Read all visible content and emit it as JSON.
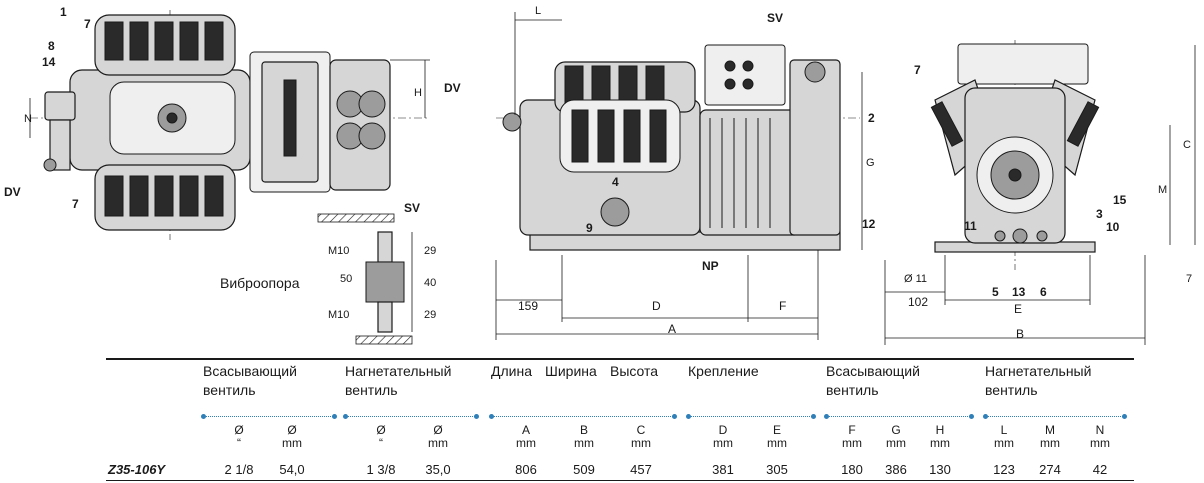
{
  "callouts": {
    "top_view": [
      "1",
      "7",
      "8",
      "14",
      "N",
      "DV",
      "7",
      "H",
      "SV"
    ],
    "side_view": [
      "DV",
      "L",
      "SV",
      "2",
      "G",
      "4",
      "9",
      "NP",
      "12",
      "159",
      "D",
      "F",
      "A"
    ],
    "front_view": [
      "7",
      "C",
      "M",
      "15",
      "3",
      "11",
      "10",
      "Ø 11",
      "102",
      "5",
      "13",
      "6",
      "E",
      "B",
      "7"
    ]
  },
  "mount": {
    "title": "Виброопора",
    "m10_top": "M10",
    "m10_bottom": "M10",
    "width": "50",
    "h_top": "29",
    "h_mid": "40",
    "h_bottom": "29"
  },
  "table": {
    "groups": [
      {
        "line1": "Всасывающий",
        "line2": "вентиль"
      },
      {
        "line1": "Нагнетательный",
        "line2": "вентиль"
      },
      {
        "line1": "Длина",
        "line2": ""
      },
      {
        "line1": "Ширина",
        "line2": ""
      },
      {
        "line1": "Высота",
        "line2": ""
      },
      {
        "line1": "Крепление",
        "line2": ""
      },
      {
        "line1": "Всасывающий",
        "line2": "вентиль"
      },
      {
        "line1": "Нагнетательный",
        "line2": "вентиль"
      }
    ],
    "units": [
      {
        "sym": "Ø",
        "unit": "“"
      },
      {
        "sym": "Ø",
        "unit": "mm"
      },
      {
        "sym": "Ø",
        "unit": "“"
      },
      {
        "sym": "Ø",
        "unit": "mm"
      },
      {
        "sym": "A",
        "unit": "mm"
      },
      {
        "sym": "B",
        "unit": "mm"
      },
      {
        "sym": "C",
        "unit": "mm"
      },
      {
        "sym": "D",
        "unit": "mm"
      },
      {
        "sym": "E",
        "unit": "mm"
      },
      {
        "sym": "F",
        "unit": "mm"
      },
      {
        "sym": "G",
        "unit": "mm"
      },
      {
        "sym": "H",
        "unit": "mm"
      },
      {
        "sym": "L",
        "unit": "mm"
      },
      {
        "sym": "M",
        "unit": "mm"
      },
      {
        "sym": "N",
        "unit": "mm"
      }
    ],
    "model": "Z35-106Y",
    "values": [
      "2 1/8",
      "54,0",
      "1 3/8",
      "35,0",
      "806",
      "509",
      "457",
      "381",
      "305",
      "180",
      "386",
      "130",
      "123",
      "274",
      "42"
    ]
  }
}
